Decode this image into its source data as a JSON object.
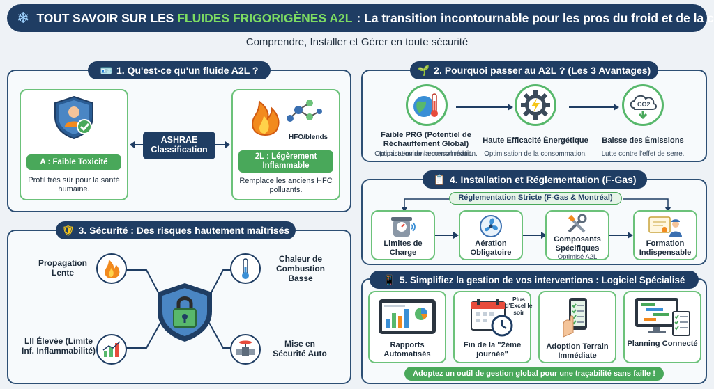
{
  "header": {
    "title_part1": "TOUT SAVOIR SUR LES",
    "title_highlight": "FLUIDES FRIGORIGÈNES A2L",
    "title_part2": ": La transition incontournable pour les pros du froid et de la clim",
    "subtitle": "Comprendre, Installer et Gérer en toute sécurité",
    "icon": "snowflake-icon"
  },
  "section1": {
    "title": "1. Qu'est-ce qu'un fluide A2L ?",
    "icon": "id-card-icon",
    "center_label": "ASHRAE Classification",
    "left": {
      "badge": "A : Faible Toxicité",
      "text": "Profil très sûr pour la santé humaine.",
      "icon": "shield-person-icon"
    },
    "right": {
      "badge": "2L : Légèrement Inflammable",
      "text": "Remplace les anciens HFC polluants.",
      "icon_label": "HFO/blends",
      "icon": "flame-molecule-icon"
    }
  },
  "section2": {
    "title": "2. Pourquoi passer au A2L ? (Les 3 Avantages)",
    "icon": "sprout-icon",
    "items": [
      {
        "title": "Faible PRG (Potentiel de Réchauffement Global)",
        "text": "Impact environnemental réduit.",
        "icon": "globe-thermometer-icon"
      },
      {
        "title": "Haute Efficacité Énergétique",
        "text": "Optimisation de la consommation.",
        "icon": "gear-lightning-icon"
      },
      {
        "title": "Baisse des Émissions",
        "text": "Lutte contre l'effet de serre.",
        "icon": "co2-cloud-icon",
        "icon_text": "CO2"
      }
    ]
  },
  "section3": {
    "title": "3. Sécurité : Des risques hautement maîtrisés",
    "icon": "shield-icon",
    "items": [
      {
        "label": "Propagation Lente",
        "icon": "flame-icon"
      },
      {
        "label": "Chaleur de Combustion Basse",
        "icon": "thermometer-icon"
      },
      {
        "label": "LII Élevée (Limite Inf. Inflammabilité)",
        "icon": "bar-chart-icon"
      },
      {
        "label": "Mise en Sécurité Auto",
        "icon": "valve-icon"
      }
    ],
    "center_icon": "shield-lock-icon"
  },
  "section4": {
    "title": "4. Installation et Réglementation (F-Gas)",
    "icon": "clipboard-icon",
    "banner": "Réglementation Stricte (F-Gas & Montréal)",
    "items": [
      {
        "label": "Limites de Charge",
        "sub": "",
        "icon": "scale-icon"
      },
      {
        "label": "Aération Obligatoire",
        "sub": "",
        "icon": "fan-icon"
      },
      {
        "label": "Composants Spécifiques",
        "sub": "Optimisé A2L",
        "icon": "tools-icon"
      },
      {
        "label": "Formation Indispensable",
        "sub": "",
        "icon": "certificate-technician-icon"
      }
    ]
  },
  "section5": {
    "title": "5. Simplifiez la gestion de vos interventions : Logiciel Spécialisé",
    "icon": "phone-icon",
    "items": [
      {
        "label": "Rapports Automatisés",
        "icon": "tablet-chart-icon"
      },
      {
        "label": "Fin de la \"2ème journée\"",
        "note": "Plus d'Excel le soir",
        "icon": "calendar-clock-icon"
      },
      {
        "label": "Adoption Terrain Immédiate",
        "icon": "hand-phone-checklist-icon"
      },
      {
        "label": "Planning Connecté",
        "icon": "monitor-gantt-icon"
      }
    ],
    "footer": "Adoptez un outil de gestion global pour une traçabilité sans faille !"
  },
  "colors": {
    "navy": "#1f3d63",
    "green": "#49a85a",
    "light_green": "#7ddc62",
    "orange": "#f28a1e"
  }
}
